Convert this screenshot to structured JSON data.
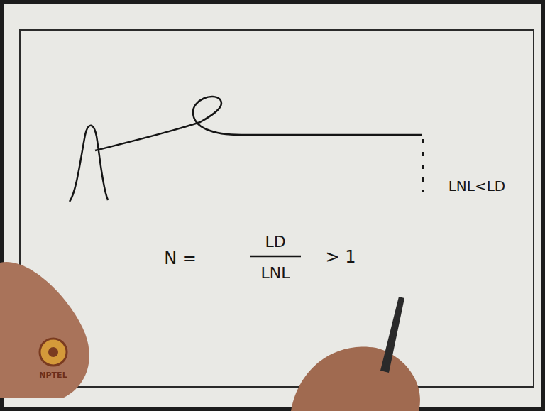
{
  "diagram": {
    "labels": [
      "LNL<LD",
      "N =",
      "LD",
      "LNL",
      "> 1",
      "NPTEL"
    ]
  }
}
